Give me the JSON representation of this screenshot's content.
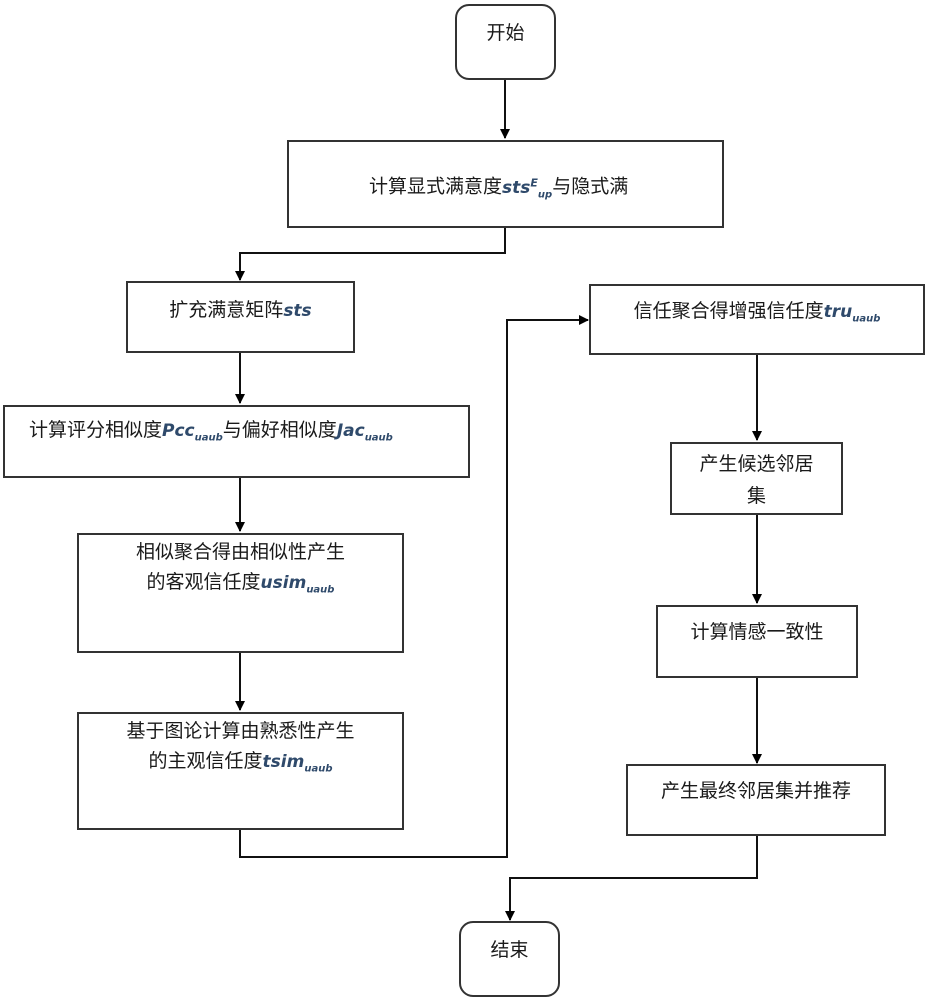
{
  "flowchart": {
    "start": {
      "label": "开始"
    },
    "end": {
      "label": "结束"
    },
    "steps": [
      {
        "id": "s1",
        "text": "计算显式满意度",
        "math": "sts",
        "math_sup": "E",
        "math_sub": "up",
        "text_after": "与隐式满"
      },
      {
        "id": "s2",
        "text": "扩充满意矩阵",
        "math": "sts"
      },
      {
        "id": "s3",
        "text": "计算评分相似度",
        "math": "Pcc",
        "math_sub": "uaub",
        "text_after": "与偏好相似度",
        "math2": "Jac",
        "math2_sub": "uaub"
      },
      {
        "id": "s4",
        "line1": "相似聚合得由相似性产生",
        "text": "的客观信任度",
        "math": "usim",
        "math_sub": "uaub"
      },
      {
        "id": "s5",
        "line1": "基于图论计算由熟悉性产生",
        "text": "的主观信任度",
        "math": "tsim",
        "math_sub": "uaub"
      },
      {
        "id": "s6",
        "text": "信任聚合得增强信任度",
        "math": "tru",
        "math_sub": "uaub"
      },
      {
        "id": "s7",
        "line1": "产生候选邻居",
        "line2": "集"
      },
      {
        "id": "s8",
        "text": "计算情感一致性"
      },
      {
        "id": "s9",
        "text": "产生最终邻居集并推荐"
      }
    ],
    "edges": [
      [
        "start",
        "s1"
      ],
      [
        "s1",
        "s2"
      ],
      [
        "s2",
        "s3"
      ],
      [
        "s3",
        "s4"
      ],
      [
        "s4",
        "s5"
      ],
      [
        "s5",
        "s6"
      ],
      [
        "s6",
        "s7"
      ],
      [
        "s7",
        "s8"
      ],
      [
        "s8",
        "s9"
      ],
      [
        "s9",
        "end"
      ]
    ]
  }
}
